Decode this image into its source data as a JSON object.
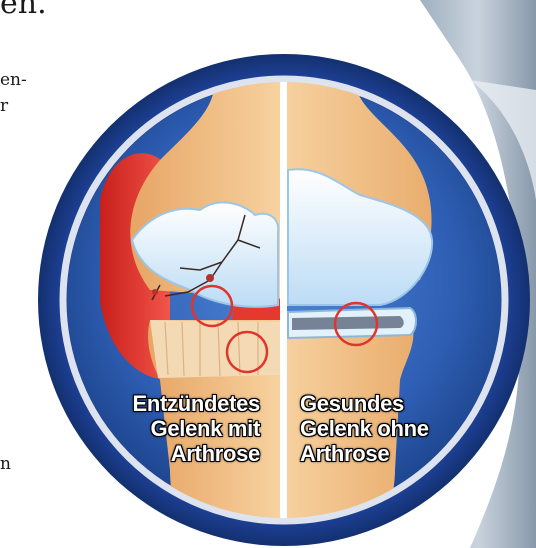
{
  "page_text": {
    "heading_fragment": "en.",
    "line1_fragment": "en-",
    "line2_fragment": "r",
    "line3_fragment": "n"
  },
  "labels": {
    "inflamed": [
      "Entzündetes",
      "Gelenk mit",
      "Arthrose"
    ],
    "healthy": [
      "Gesundes",
      "Gelenk ohne",
      "Arthrose"
    ]
  },
  "colors": {
    "ring_blue": "#1c3f8f",
    "inner_blue": "#3a6cc0",
    "bone": "#f2c28a",
    "cartilage": "#dcefff",
    "inflammation_red": "#e43a2e",
    "marker_red": "#e0352b"
  }
}
